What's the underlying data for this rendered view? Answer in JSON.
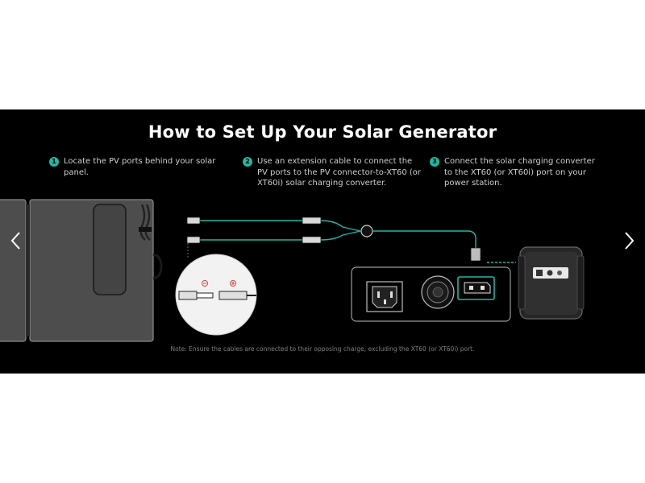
{
  "title": "How to Set Up Your Solar Generator",
  "steps": [
    {
      "number": "1",
      "text": "Locate the PV ports behind your solar panel."
    },
    {
      "number": "2",
      "text": "Use an extension cable to connect the PV ports to the PV connector-to-XT60 (or XT60i) solar charging converter."
    },
    {
      "number": "3",
      "text": "Connect the solar charging converter to the XT60 (or XT60i) port on your power station."
    }
  ],
  "note": "Note: Ensure the cables are connected to their opposing charge, excluding the XT60 (or XT60i) port.",
  "icons": {
    "prev": "chevron-left-icon",
    "next": "chevron-right-icon"
  },
  "colors": {
    "accent": "#1fb8a3",
    "background": "#000000",
    "title": "#ffffff",
    "body_text": "#cfcfcf",
    "note_text": "#7f7f7f"
  }
}
